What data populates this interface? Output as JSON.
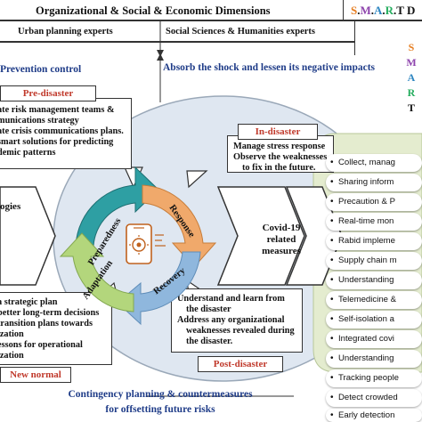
{
  "header": {
    "title": "Organizational  &  Social  &  Economic Dimensions",
    "smart_title": "S.M.A.R.T D"
  },
  "experts": {
    "left": "Urban  planning experts",
    "right": "Social Sciences & Humanities  experts"
  },
  "headings": {
    "prevention": "Prevention control",
    "absorb": "Absorb the shock and lessen its negative impacts"
  },
  "smart_letters": [
    "S",
    "M",
    "A",
    "R",
    "T"
  ],
  "smart_letter_colors": [
    "#e67e22",
    "#8e44ad",
    "#2e86c1",
    "#27ae60",
    "#111111"
  ],
  "pre_disaster": {
    "label": "Pre-disaster",
    "lines": [
      "ate risk management teams &",
      "munications strategy",
      "ate crisis communications plans.",
      "smart solutions for predicting",
      "demic patterns"
    ]
  },
  "in_disaster": {
    "label": "In-disaster",
    "lines": [
      "Manage stress response",
      "Observe the weaknesses",
      "to fix in the future."
    ]
  },
  "post_disaster": {
    "label": "Post-disaster",
    "lines": [
      "Understand and learn from",
      "the disaster",
      "Address any organizational",
      "weaknesses revealed during",
      "the disaster."
    ]
  },
  "new_normal": {
    "label": "New normal",
    "lines": [
      "a strategic plan",
      "better long-term decisions",
      "transition plans towards",
      "ization",
      "essons for operational",
      "ization"
    ]
  },
  "left_partial": "ogies",
  "cycle": {
    "preparedness": "Preparedness",
    "response": "Response",
    "recovery": "Recovery",
    "adaptation": "Adaptation"
  },
  "covid": [
    "Covid-19",
    "related",
    "measures"
  ],
  "bottom": {
    "line1": "Contingency planning & countermeasures",
    "line2": "for offsetting future risks"
  },
  "smart_list": [
    "Collect, manag",
    "Sharing inform",
    "Precaution & P",
    "Real-time mon",
    "Rabid impleme",
    "Supply chain m",
    "Understanding",
    "Telemedicine &",
    "Self-isolation a",
    "Integrated covi",
    "Understanding",
    "Tracking people",
    "Detect crowded",
    "Early detection"
  ],
  "colors": {
    "preparedness": "#2e9fa3",
    "response": "#f0a96b",
    "recovery": "#8fb7dd",
    "adaptation": "#b3d67c",
    "ellipse": "#dfe7f1",
    "list_panel": "#e4eccf",
    "accent_blue": "#1f3c88",
    "accent_red": "#c0392b"
  }
}
